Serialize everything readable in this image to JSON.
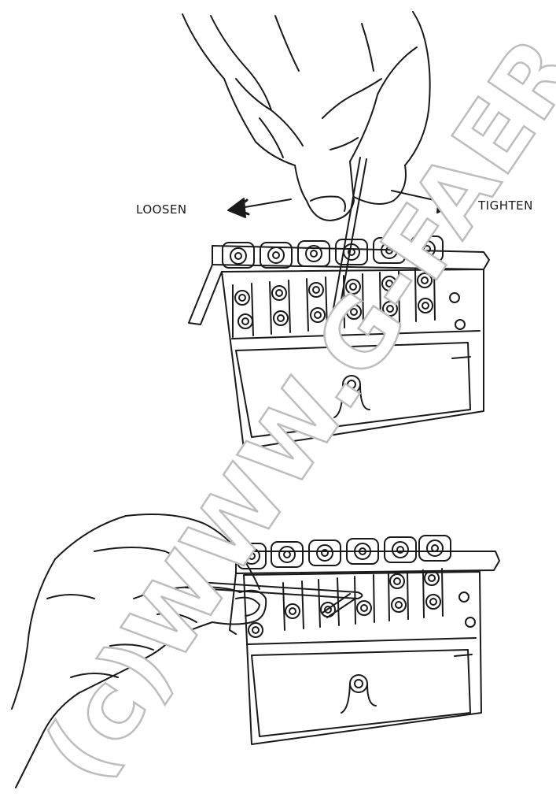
{
  "labels": {
    "loosen": "LOOSEN",
    "tighten": "TIGHTEN"
  },
  "watermark": {
    "text": "(c)WWW.G-FAER",
    "color": "#ffffff",
    "outline_color": "#bdbdbd"
  },
  "colors": {
    "line": "#1a1a1a",
    "background": "#ffffff"
  },
  "icons": {
    "loosen_arrow": "arrow-left-icon",
    "tighten_arrow": "arrow-right-icon"
  }
}
